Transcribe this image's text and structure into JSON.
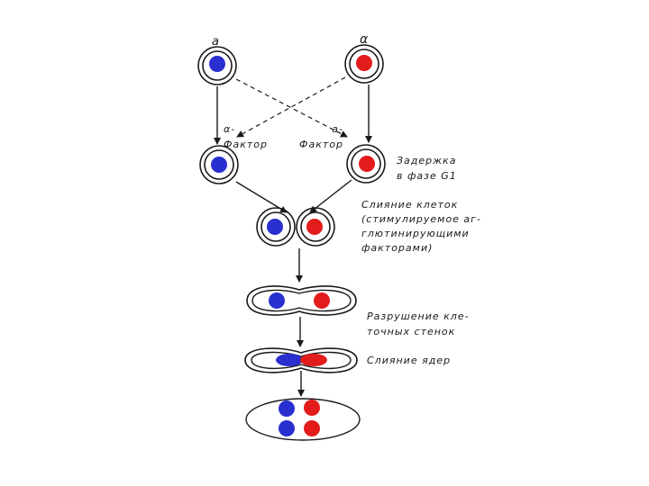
{
  "colors": {
    "mating_type_a": "#2a2fd0",
    "mating_type_alpha": "#e21b1b",
    "line": "#1a1a1a"
  },
  "labels": {
    "mating_type_a": "a",
    "mating_type_alpha": "α",
    "alpha_factor": "α-\nФактор",
    "a_factor": "а-\nФактор",
    "g1_arrest": "Задержка\nв фазе G1",
    "cell_fusion": "Слияние клеток\n(стимулируемое аг-\nглютинирующими\nфакторами)",
    "cell_wall_breakdown": "Разрушение кле-\nточных стенок",
    "nuclear_fusion": "Слияние ядер"
  }
}
